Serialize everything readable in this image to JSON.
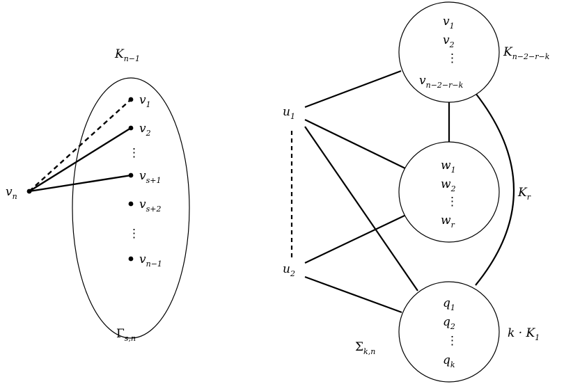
{
  "left": {
    "top_label": {
      "main": "K",
      "sub": "n−1"
    },
    "bottom_label": {
      "main": "Γ",
      "sub": "s,n"
    },
    "vn": {
      "main": "v",
      "sub": "n"
    },
    "vertices": [
      {
        "main": "v",
        "sub": "1"
      },
      {
        "main": "v",
        "sub": "2"
      },
      {
        "main": "v",
        "sub": "s+1"
      },
      {
        "main": "v",
        "sub": "s+2"
      },
      {
        "main": "v",
        "sub": "n−1"
      }
    ],
    "ellipsis": "⋮"
  },
  "right": {
    "u1": {
      "main": "u",
      "sub": "1"
    },
    "u2": {
      "main": "u",
      "sub": "2"
    },
    "top_circle": {
      "lines": [
        {
          "main": "v",
          "sub": "1"
        },
        {
          "main": "v",
          "sub": "2"
        },
        {
          "main": "⋮",
          "sub": ""
        },
        {
          "main": "v",
          "sub": "n−2−r−k"
        }
      ],
      "side_label": {
        "main": "K",
        "sub": "n−2−r−k"
      }
    },
    "mid_circle": {
      "lines": [
        {
          "main": "w",
          "sub": "1"
        },
        {
          "main": "w",
          "sub": "2"
        },
        {
          "main": "⋮",
          "sub": ""
        },
        {
          "main": "w",
          "sub": "r"
        }
      ],
      "side_label": {
        "main": "K",
        "sub": "r"
      }
    },
    "bot_circle": {
      "lines": [
        {
          "main": "q",
          "sub": "1"
        },
        {
          "main": "q",
          "sub": "2"
        },
        {
          "main": "⋮",
          "sub": ""
        },
        {
          "main": "q",
          "sub": "k"
        }
      ],
      "side_label": {
        "prefix": "k · ",
        "main": "K",
        "sub": "1"
      }
    },
    "bottom_label": {
      "main": "Σ",
      "sub": "k,n"
    }
  }
}
